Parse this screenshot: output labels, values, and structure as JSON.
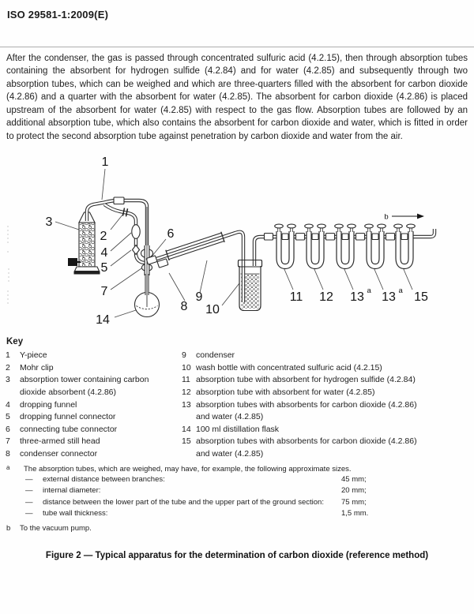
{
  "page": {
    "header": "ISO 29581-1:2009(E)",
    "paragraph": "After the condenser, the gas is passed through concentrated sulfuric acid (4.2.15), then through absorption tubes containing the absorbent for hydrogen sulfide (4.2.84) and for water (4.2.85) and subsequently through two absorption tubes, which can be weighed and which are three-quarters filled with the absorbent for carbon dioxide (4.2.86) and a quarter with the absorbent for water (4.2.85). The absorbent for carbon dioxide (4.2.86) is placed upstream of the absorbent for water (4.2.85) with respect to the gas flow. Absorption tubes are followed by an additional absorption tube, which also contains the absorbent for carbon dioxide and water, which is fitted in order to protect the second absorption tube against penetration by carbon dioxide and water from the air.",
    "figure_caption": "Figure 2 — Typical apparatus for the determination of carbon dioxide (reference method)"
  },
  "diagram": {
    "labels": {
      "n1": "1",
      "n2": "2",
      "n3": "3",
      "n4": "4",
      "n5": "5",
      "n6": "6",
      "n7": "7",
      "n8": "8",
      "n9": "9",
      "n10": "10",
      "n11": "11",
      "n12": "12",
      "n13": "13",
      "n14": "14",
      "n15": "15",
      "sup_a": "a",
      "pump_b": "b"
    }
  },
  "key": {
    "title": "Key",
    "left": [
      {
        "num": "1",
        "label": "Y-piece"
      },
      {
        "num": "2",
        "label": "Mohr clip"
      },
      {
        "num": "3",
        "label": "absorption tower containing carbon dioxide absorbent (4.2.86)"
      },
      {
        "num": "4",
        "label": "dropping funnel"
      },
      {
        "num": "5",
        "label": "dropping funnel connector"
      },
      {
        "num": "6",
        "label": "connecting tube connector"
      },
      {
        "num": "7",
        "label": "three-armed still head"
      },
      {
        "num": "8",
        "label": "condenser connector"
      }
    ],
    "right": [
      {
        "num": "9",
        "label": "condenser"
      },
      {
        "num": "10",
        "label": "wash bottle with concentrated sulfuric acid (4.2.15)"
      },
      {
        "num": "11",
        "label": "absorption tube with absorbent for hydrogen sulfide (4.2.84)"
      },
      {
        "num": "12",
        "label": "absorption tube with absorbent for water (4.2.85)"
      },
      {
        "num": "13",
        "label": "absorption tubes with absorbents for carbon dioxide (4.2.86) and water (4.2.85)"
      },
      {
        "num": "14",
        "label": "100 ml distillation flask"
      },
      {
        "num": "15",
        "label": "absorption tubes with absorbents for carbon dioxide (4.2.86) and water (4.2.85)"
      }
    ]
  },
  "footnote_a": {
    "marker": "a",
    "intro": "The absorption tubes, which are weighed, may have, for example, the following approximate sizes.",
    "dash": "—",
    "items": [
      {
        "label": "external distance between branches:",
        "value": "45 mm;"
      },
      {
        "label": "internal diameter:",
        "value": "20 mm;"
      },
      {
        "label": "distance between the lower part of the tube and the upper part of the ground section:",
        "value": "75 mm;"
      },
      {
        "label": "tube wall thickness:",
        "value": "1,5 mm."
      }
    ]
  },
  "footnote_b": {
    "marker": "b",
    "text": "To the vacuum pump."
  }
}
